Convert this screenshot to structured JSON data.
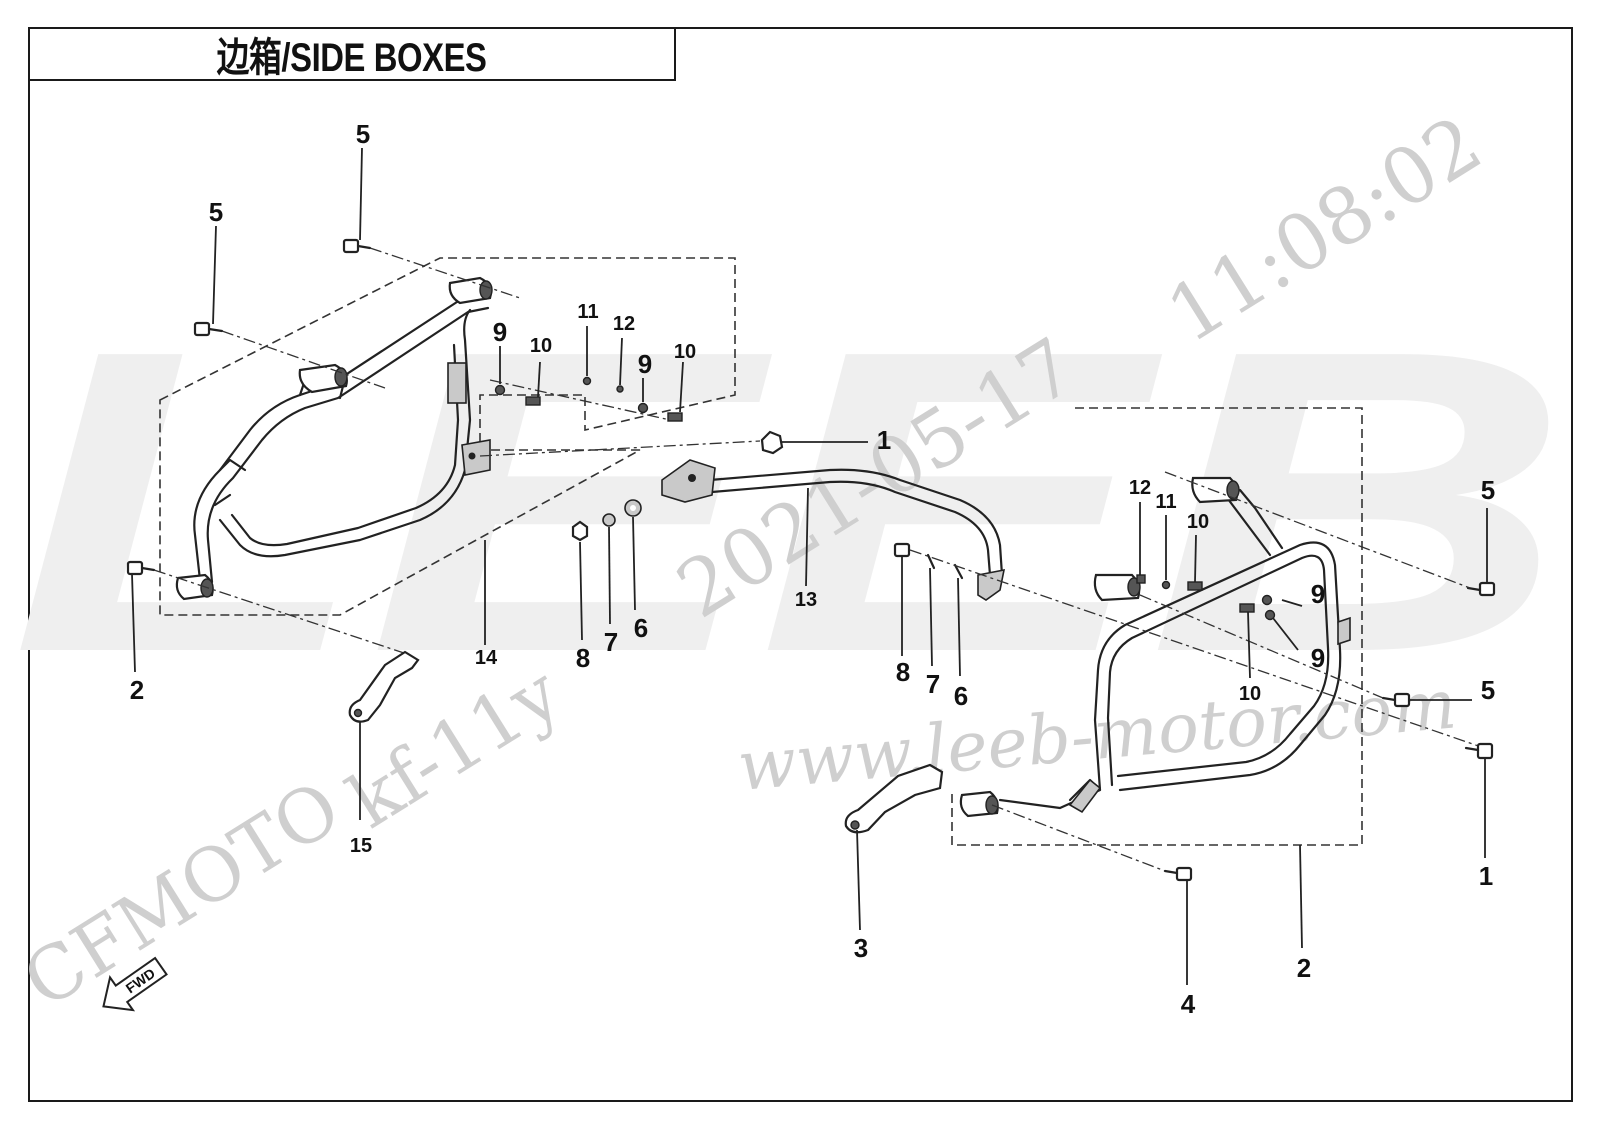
{
  "title": "边箱/SIDE BOXES",
  "watermarks": {
    "brand_block": "LEEB",
    "date_line": "2021-05-17",
    "time_line": "11:08:02",
    "doc_line": "kf-11y",
    "brand_line": "CFMOTO",
    "site_line": "www.leeb-motor.com"
  },
  "fwd_label": "FWD",
  "callouts": [
    {
      "id": "c1a",
      "text": "1"
    },
    {
      "id": "c1b",
      "text": "1"
    },
    {
      "id": "c2a",
      "text": "2"
    },
    {
      "id": "c2b",
      "text": "2"
    },
    {
      "id": "c3",
      "text": "3"
    },
    {
      "id": "c4",
      "text": "4"
    },
    {
      "id": "c5a",
      "text": "5"
    },
    {
      "id": "c5b",
      "text": "5"
    },
    {
      "id": "c5c",
      "text": "5"
    },
    {
      "id": "c5d",
      "text": "5"
    },
    {
      "id": "c6a",
      "text": "6"
    },
    {
      "id": "c6b",
      "text": "6"
    },
    {
      "id": "c7a",
      "text": "7"
    },
    {
      "id": "c7b",
      "text": "7"
    },
    {
      "id": "c8a",
      "text": "8"
    },
    {
      "id": "c8b",
      "text": "8"
    },
    {
      "id": "c9a",
      "text": "9"
    },
    {
      "id": "c9b",
      "text": "9"
    },
    {
      "id": "c9c",
      "text": "9"
    },
    {
      "id": "c9d",
      "text": "9"
    },
    {
      "id": "c10a",
      "text": "10"
    },
    {
      "id": "c10b",
      "text": "10"
    },
    {
      "id": "c10c",
      "text": "10"
    },
    {
      "id": "c10d",
      "text": "10"
    },
    {
      "id": "c11a",
      "text": "11"
    },
    {
      "id": "c11b",
      "text": "11"
    },
    {
      "id": "c12a",
      "text": "12"
    },
    {
      "id": "c12b",
      "text": "12"
    },
    {
      "id": "c13",
      "text": "13"
    },
    {
      "id": "c14",
      "text": "14"
    },
    {
      "id": "c15",
      "text": "15"
    }
  ]
}
